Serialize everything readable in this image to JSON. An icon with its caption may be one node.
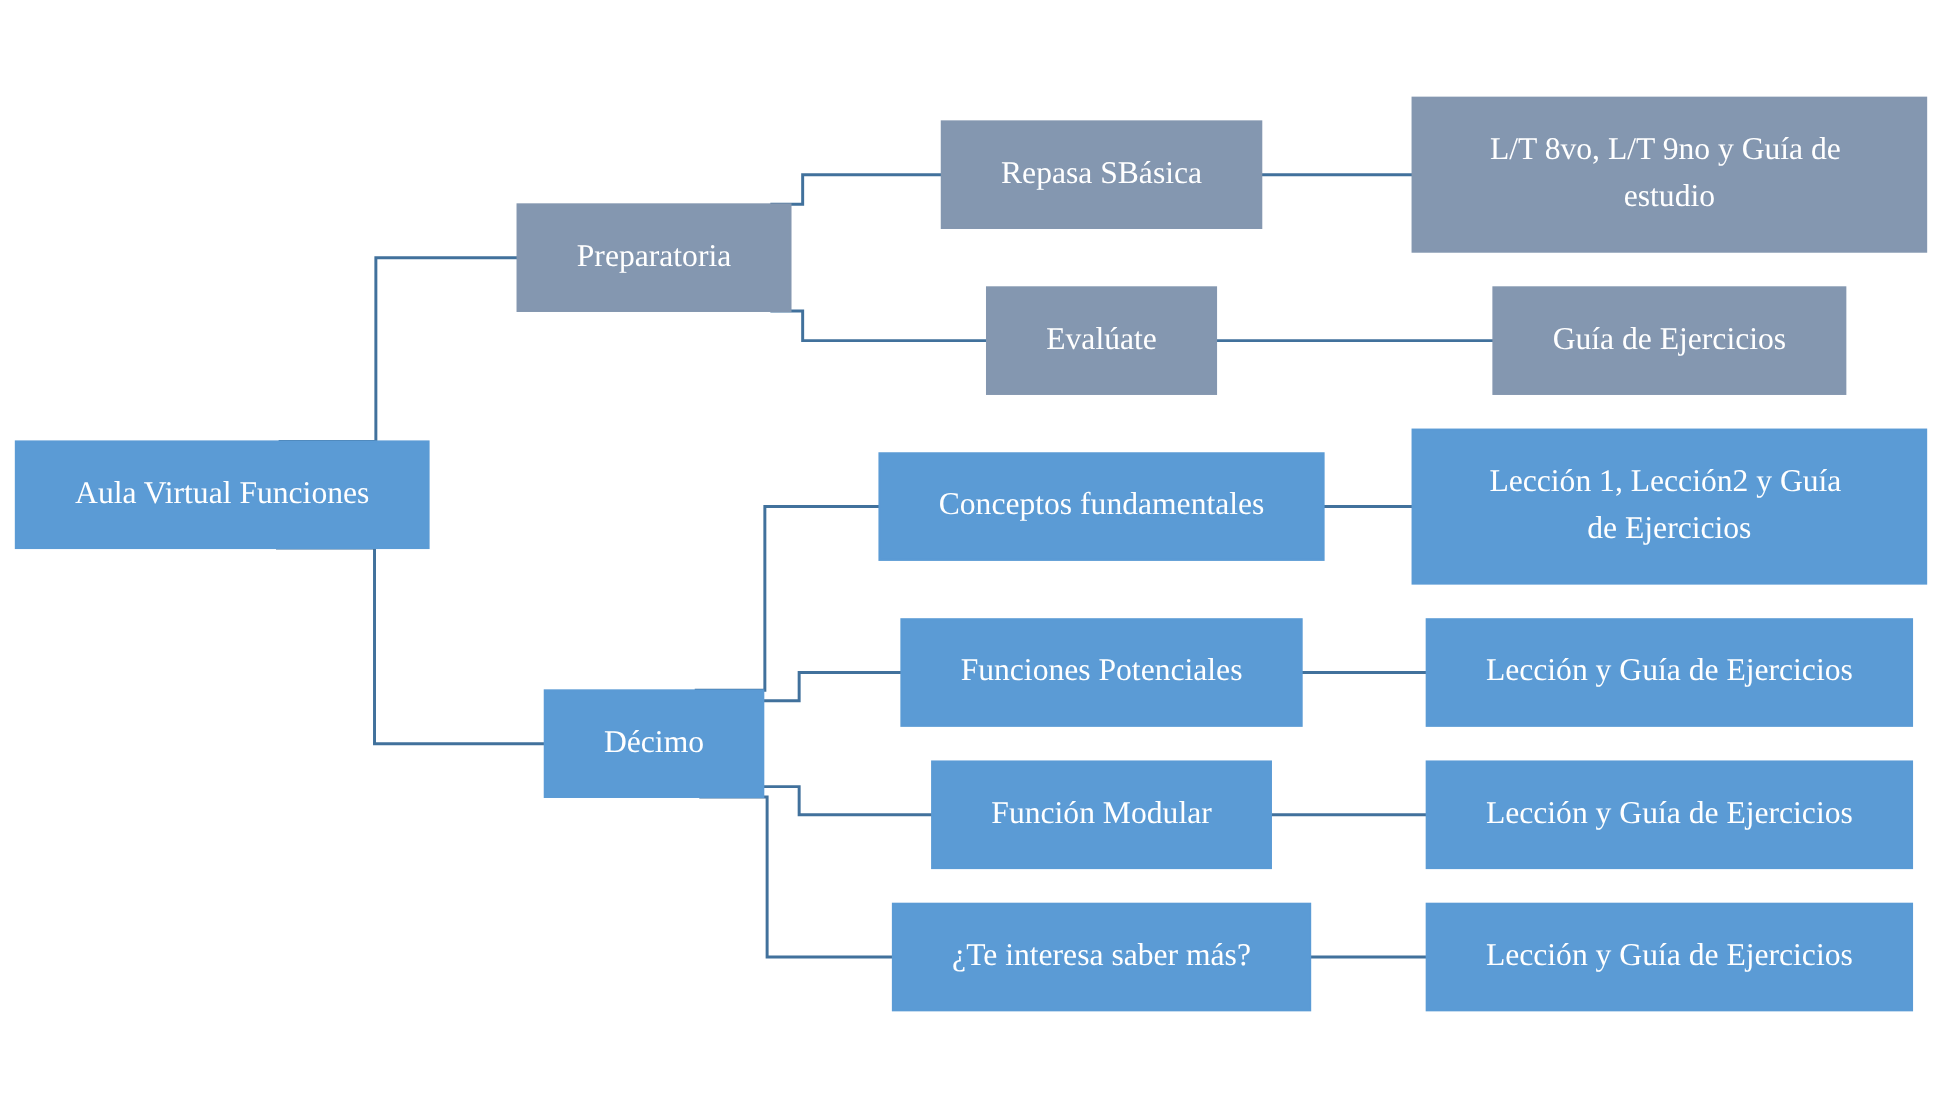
{
  "diagram": {
    "nodes": [
      {
        "text": [
          "Aula Virtual Funciones"
        ]
      },
      {
        "text": [
          "Preparatoria"
        ]
      },
      {
        "text": [
          "Repasa SBásica"
        ]
      },
      {
        "text": [
          "L/T 8vo, L/T 9no y Guía de estudio"
        ]
      },
      {
        "text": [
          "Evalúate"
        ]
      },
      {
        "text": [
          "Guía de Ejercicios"
        ]
      },
      {
        "text": [
          "Décimo"
        ]
      },
      {
        "text": [
          "Conceptos fundamentales"
        ]
      },
      {
        "text": [
          "Lección 1, Lección2 y Guía de Ejercicios"
        ]
      },
      {
        "text": [
          "Funciones Potenciales"
        ]
      },
      {
        "text": [
          "Lección y Guía de Ejercicios"
        ]
      },
      {
        "text": [
          "Función Modular"
        ]
      },
      {
        "text": [
          "Lección y Guía de Ejercicios"
        ]
      },
      {
        "text": [
          "¿Te interesa saber más?"
        ]
      },
      {
        "text": [
          "Lección y Guía de Ejercicios"
        ]
      }
    ],
    "edges": [
      {
        "from": 0,
        "to": 1,
        "arrow": "none"
      },
      {
        "from": 0,
        "to": 6,
        "arrow": "none"
      },
      {
        "from": 1,
        "to": 2,
        "arrow": "none"
      },
      {
        "from": 1,
        "to": 4,
        "arrow": "none"
      },
      {
        "from": 2,
        "to": 3,
        "arrow": "none"
      },
      {
        "from": 4,
        "to": 5,
        "arrow": "none"
      },
      {
        "from": 6,
        "to": 7,
        "arrow": "none"
      },
      {
        "from": 6,
        "to": 9,
        "arrow": "none"
      },
      {
        "from": 6,
        "to": 11,
        "arrow": "none"
      },
      {
        "from": 6,
        "to": 13,
        "arrow": "none"
      },
      {
        "from": 7,
        "to": 8,
        "arrow": "none"
      },
      {
        "from": 9,
        "to": 10,
        "arrow": "none"
      },
      {
        "from": 11,
        "to": 12,
        "arrow": "none"
      },
      {
        "from": 13,
        "to": 14,
        "arrow": "none"
      }
    ]
  }
}
